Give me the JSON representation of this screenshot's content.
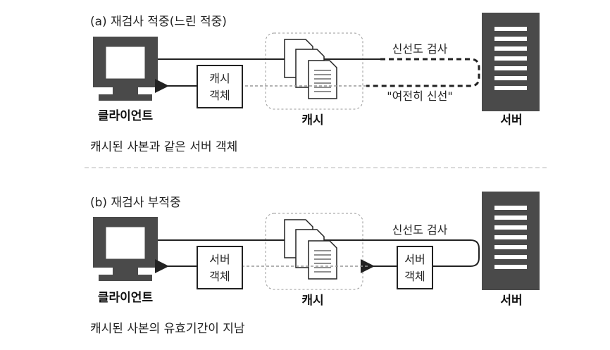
{
  "panel_a": {
    "caption": "(a) 재검사 적중(느린 적중)",
    "client_label": "클라이언트",
    "cache_label": "캐시",
    "server_label": "서버",
    "box_line1": "캐시",
    "box_line2": "객체",
    "request_label": "신선도 검사",
    "response_label": "\"여전히 신선\"",
    "note": "캐시된 사본과 같은 서버 객체"
  },
  "panel_b": {
    "caption": "(b) 재검사 부적중",
    "client_label": "클라이언트",
    "cache_label": "캐시",
    "server_label": "서버",
    "box_left_line1": "서버",
    "box_left_line2": "객체",
    "box_right_line1": "서버",
    "box_right_line2": "객체",
    "request_label": "신선도 검사",
    "note": "캐시된 사본의 유효기간이 지남"
  },
  "colors": {
    "ink": "#222222",
    "device_fill": "#4a4a4a",
    "cache_border": "#9a9a9a",
    "separator": "#cfcfcf"
  }
}
